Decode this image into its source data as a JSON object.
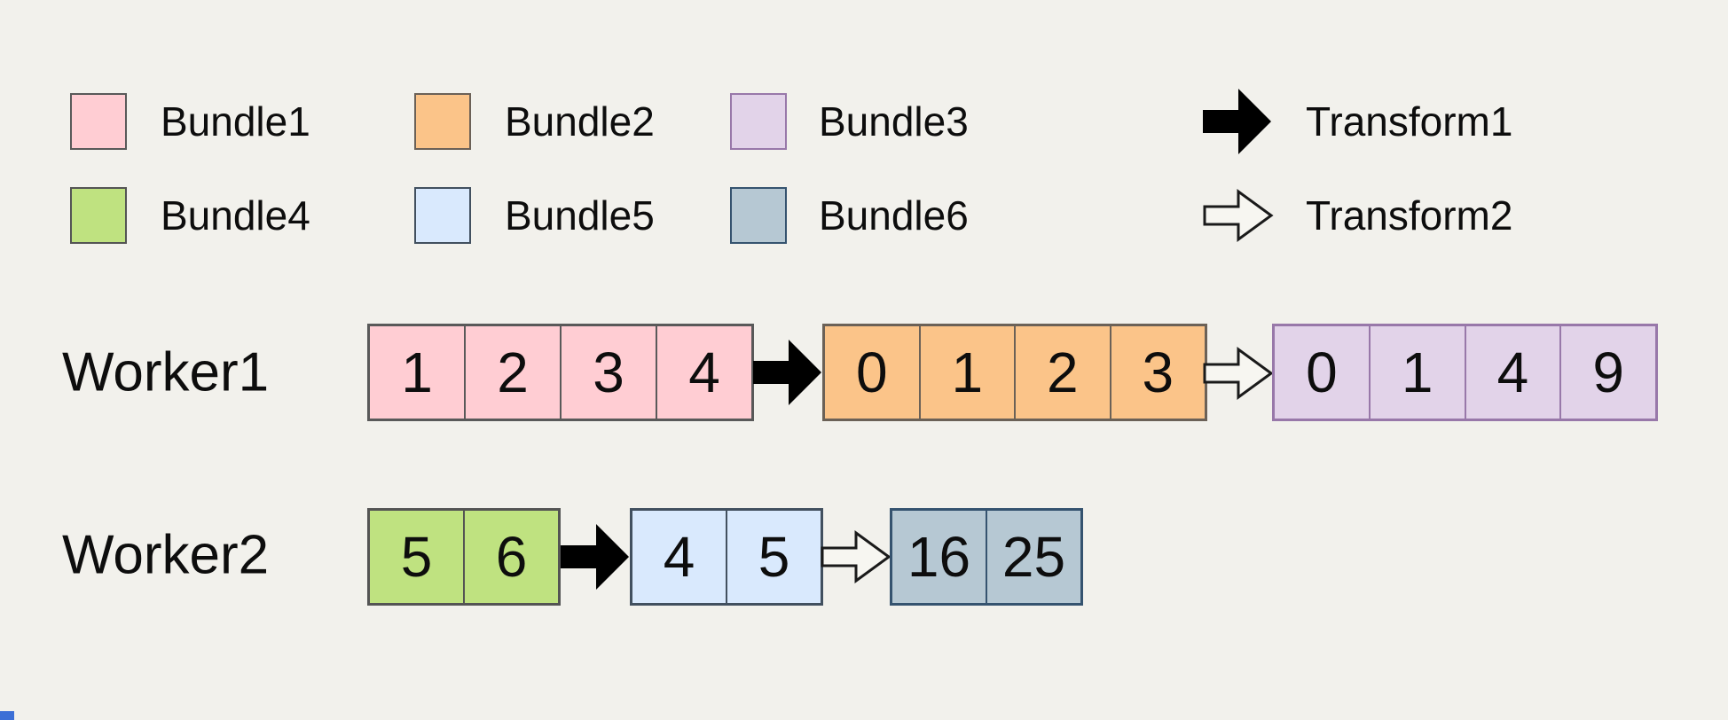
{
  "canvas": {
    "background": "#f2f1ec"
  },
  "legend": {
    "bundles": [
      {
        "label": "Bundle1",
        "color": "#ffcdd3",
        "border": "#595959"
      },
      {
        "label": "Bundle2",
        "color": "#fbc489",
        "border": "#6b6157"
      },
      {
        "label": "Bundle3",
        "color": "#e2d3e9",
        "border": "#9878a9"
      },
      {
        "label": "Bundle4",
        "color": "#bfe280",
        "border": "#545454"
      },
      {
        "label": "Bundle5",
        "color": "#d9e9fd",
        "border": "#42505f"
      },
      {
        "label": "Bundle6",
        "color": "#b6c8d3",
        "border": "#35536f"
      }
    ],
    "transforms": [
      {
        "label": "Transform1",
        "style": "solid-black-arrow"
      },
      {
        "label": "Transform2",
        "style": "outlined-white-arrow"
      }
    ],
    "arrow_colors": {
      "solid_fill": "#000000",
      "outline_fill": "#f7f6f1",
      "outline_stroke": "#1a1a1a"
    }
  },
  "workers": [
    {
      "label": "Worker1",
      "sequence": [
        {
          "type": "bundle",
          "bundle": "Bundle1",
          "cells": [
            "1",
            "2",
            "3",
            "4"
          ]
        },
        {
          "type": "arrow",
          "transform": "Transform1"
        },
        {
          "type": "bundle",
          "bundle": "Bundle2",
          "cells": [
            "0",
            "1",
            "2",
            "3"
          ]
        },
        {
          "type": "arrow",
          "transform": "Transform2"
        },
        {
          "type": "bundle",
          "bundle": "Bundle3",
          "cells": [
            "0",
            "1",
            "4",
            "9"
          ]
        }
      ]
    },
    {
      "label": "Worker2",
      "sequence": [
        {
          "type": "bundle",
          "bundle": "Bundle4",
          "cells": [
            "5",
            "6"
          ]
        },
        {
          "type": "arrow",
          "transform": "Transform1"
        },
        {
          "type": "bundle",
          "bundle": "Bundle5",
          "cells": [
            "4",
            "5"
          ]
        },
        {
          "type": "arrow",
          "transform": "Transform2"
        },
        {
          "type": "bundle",
          "bundle": "Bundle6",
          "cells": [
            "16",
            "25"
          ]
        }
      ]
    }
  ],
  "corner_mark": {
    "color": "#3c6fd6"
  }
}
